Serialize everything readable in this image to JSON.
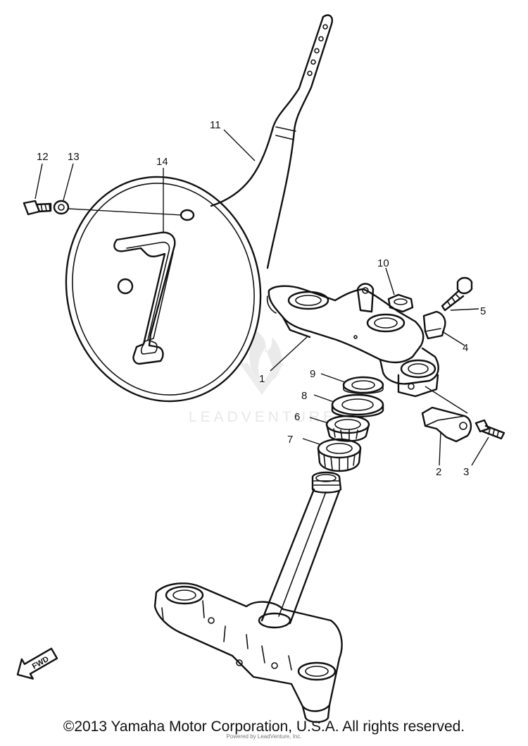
{
  "diagram": {
    "callouts": [
      "1",
      "2",
      "3",
      "4",
      "5",
      "6",
      "7",
      "8",
      "9",
      "10",
      "11",
      "12",
      "13",
      "14"
    ],
    "number_plate_digit": "1",
    "fwd_label": "FWD",
    "watermark_text": "LEADVENTURE"
  },
  "footer": {
    "copyright": "©2013 Yamaha Motor Corporation, U.S.A. All rights reserved.",
    "fine_print": "Powered by LeadVenture, Inc."
  }
}
